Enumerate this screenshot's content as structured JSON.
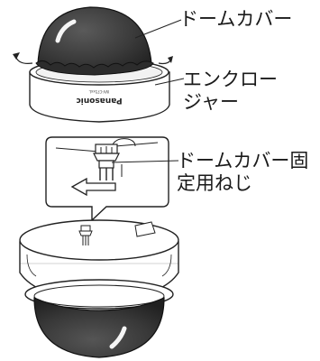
{
  "labels": {
    "dome_cover": "ドームカバー",
    "enclosure": [
      "エンクロー",
      "ジャー"
    ],
    "fixing_screw": [
      "ドームカバー固",
      "定用ねじ"
    ]
  },
  "product_markings": {
    "brand": "Panasonic",
    "model": "WV-CF5xxL"
  },
  "colors": {
    "line": "#222222",
    "dome_dark": "#3a3a3a",
    "dome_shadow": "#2a2a2a",
    "housing_fill": "#ffffff",
    "arrow_fill": "#ffffff"
  }
}
